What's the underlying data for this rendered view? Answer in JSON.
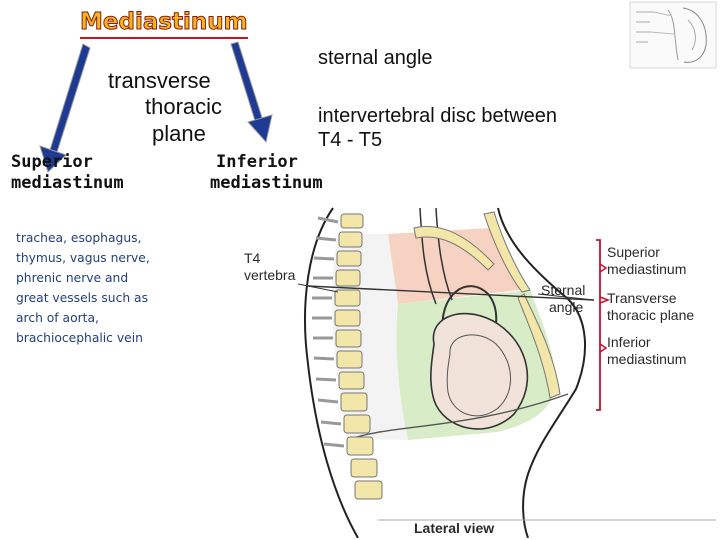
{
  "title": "Mediastinum",
  "plane_label": [
    "transverse",
    "thoracic",
    "plane"
  ],
  "superior_label": [
    "Superior",
    "mediastinum"
  ],
  "inferior_label": [
    "Inferior",
    "mediastinum"
  ],
  "sternal_angle_text": "sternal angle",
  "disc_text": [
    "intervertebral disc between",
    "T4 - T5"
  ],
  "contents_text": [
    "trachea, esophagus,",
    "thymus, vagus nerve,",
    "phrenic nerve and",
    "great vessels such as",
    "arch of aorta,",
    "brachiocephalic vein"
  ],
  "figure": {
    "t4_label": [
      "T4",
      "vertebra"
    ],
    "sternal_angle_label": [
      "Sternal",
      "angle"
    ],
    "superior_label": [
      "Superior",
      "mediastinum"
    ],
    "transverse_label": [
      "Transverse",
      "thoracic plane"
    ],
    "inferior_label": [
      "Inferior",
      "mediastinum"
    ],
    "caption": "Lateral view"
  },
  "colors": {
    "arrow_fill": "#1f3a93",
    "arrow_stroke": "#9a9a9a",
    "superior_region": "#f6d2c2",
    "inferior_region": "#d9ecc8",
    "bracket": "#c8102e",
    "bone": "#f2e6a8",
    "contents_text": "#233f7a"
  }
}
